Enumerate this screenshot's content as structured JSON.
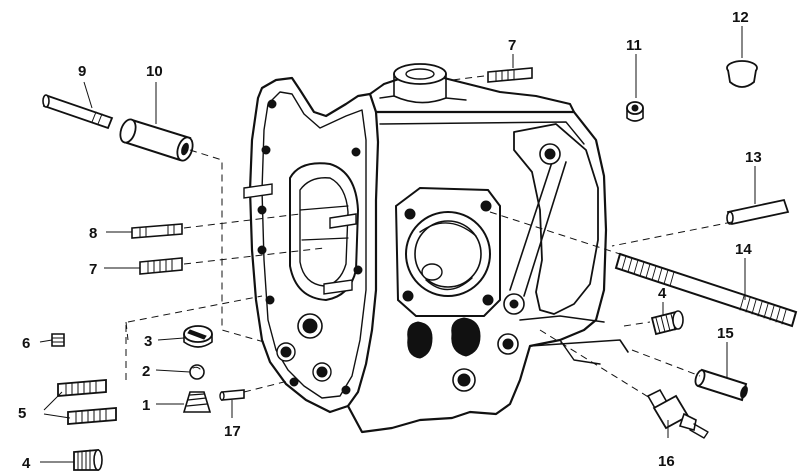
{
  "diagram": {
    "callouts": [
      {
        "id": "c1",
        "text": "1"
      },
      {
        "id": "c2",
        "text": "2"
      },
      {
        "id": "c3",
        "text": "3"
      },
      {
        "id": "c4a",
        "text": "4"
      },
      {
        "id": "c4b",
        "text": "4"
      },
      {
        "id": "c5",
        "text": "5"
      },
      {
        "id": "c6",
        "text": "6"
      },
      {
        "id": "c7a",
        "text": "7"
      },
      {
        "id": "c7b",
        "text": "7"
      },
      {
        "id": "c8",
        "text": "8"
      },
      {
        "id": "c9",
        "text": "9"
      },
      {
        "id": "c10",
        "text": "10"
      },
      {
        "id": "c11",
        "text": "11"
      },
      {
        "id": "c12",
        "text": "12"
      },
      {
        "id": "c13",
        "text": "13"
      },
      {
        "id": "c14",
        "text": "14"
      },
      {
        "id": "c15",
        "text": "15"
      },
      {
        "id": "c16",
        "text": "16"
      },
      {
        "id": "c17",
        "text": "17"
      }
    ],
    "colors": {
      "ink": "#111111",
      "paper": "#ffffff"
    }
  }
}
